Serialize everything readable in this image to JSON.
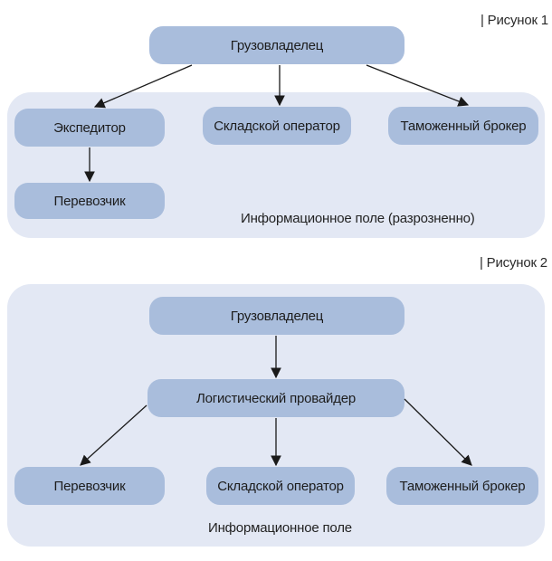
{
  "figure1": {
    "caption": "| Рисунок 1",
    "field_label": "Информационное поле (разрозненно)",
    "nodes": {
      "cargo_owner": "Грузовладелец",
      "forwarder": "Экспедитор",
      "warehouse_operator": "Складской оператор",
      "customs_broker": "Таможенный брокер",
      "carrier": "Перевозчик"
    }
  },
  "figure2": {
    "caption": "| Рисунок 2",
    "field_label": "Информационное поле",
    "nodes": {
      "cargo_owner": "Грузовладелец",
      "logistics_provider": "Логистический провайдер",
      "carrier": "Перевозчик",
      "warehouse_operator": "Складской оператор",
      "customs_broker": "Таможенный брокер"
    }
  },
  "colors": {
    "node_fill": "#a9bddc",
    "field_fill": "#e3e8f4",
    "arrow": "#1a1a1a"
  }
}
